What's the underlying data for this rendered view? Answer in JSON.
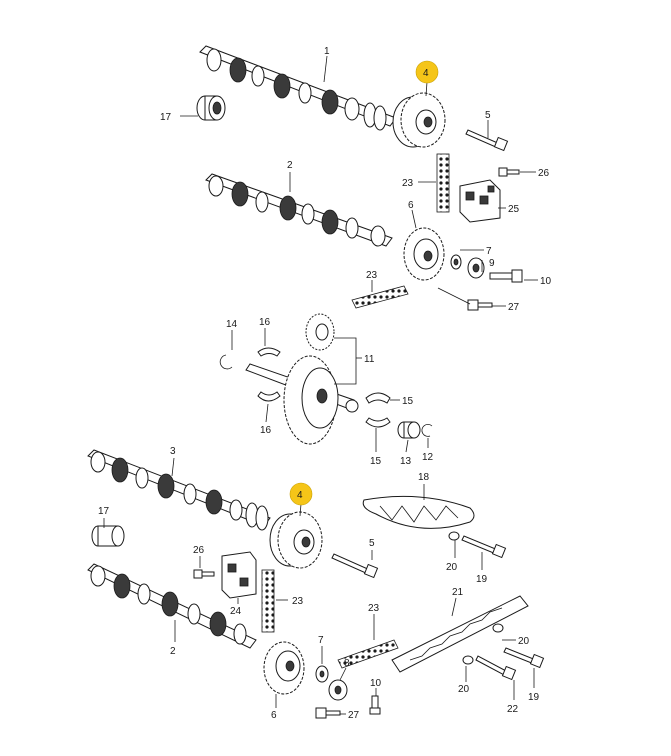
{
  "colors": {
    "highlight": "#f5c518",
    "line": "#1a1a1a",
    "background": "#ffffff"
  },
  "callouts": {
    "c1": "1",
    "c2a": "2",
    "c2b": "2",
    "c3": "3",
    "c4a": "4",
    "c4b": "4",
    "c5a": "5",
    "c5b": "5",
    "c6a": "6",
    "c6b": "6",
    "c7a": "7",
    "c7b": "7",
    "c8": "8",
    "c9": "9",
    "c10a": "10",
    "c10b": "10",
    "c11": "11",
    "c12": "12",
    "c13": "13",
    "c14": "14",
    "c15a": "15",
    "c15b": "15",
    "c16a": "16",
    "c16b": "16",
    "c17a": "17",
    "c17b": "17",
    "c18": "18",
    "c19a": "19",
    "c19b": "19",
    "c20a": "20",
    "c20b": "20",
    "c20c": "20",
    "c21": "21",
    "c22": "22",
    "c23a": "23",
    "c23b": "23",
    "c23c": "23",
    "c23d": "23",
    "c24": "24",
    "c25": "25",
    "c26a": "26",
    "c26b": "26",
    "c27a": "27",
    "c27b": "27"
  }
}
